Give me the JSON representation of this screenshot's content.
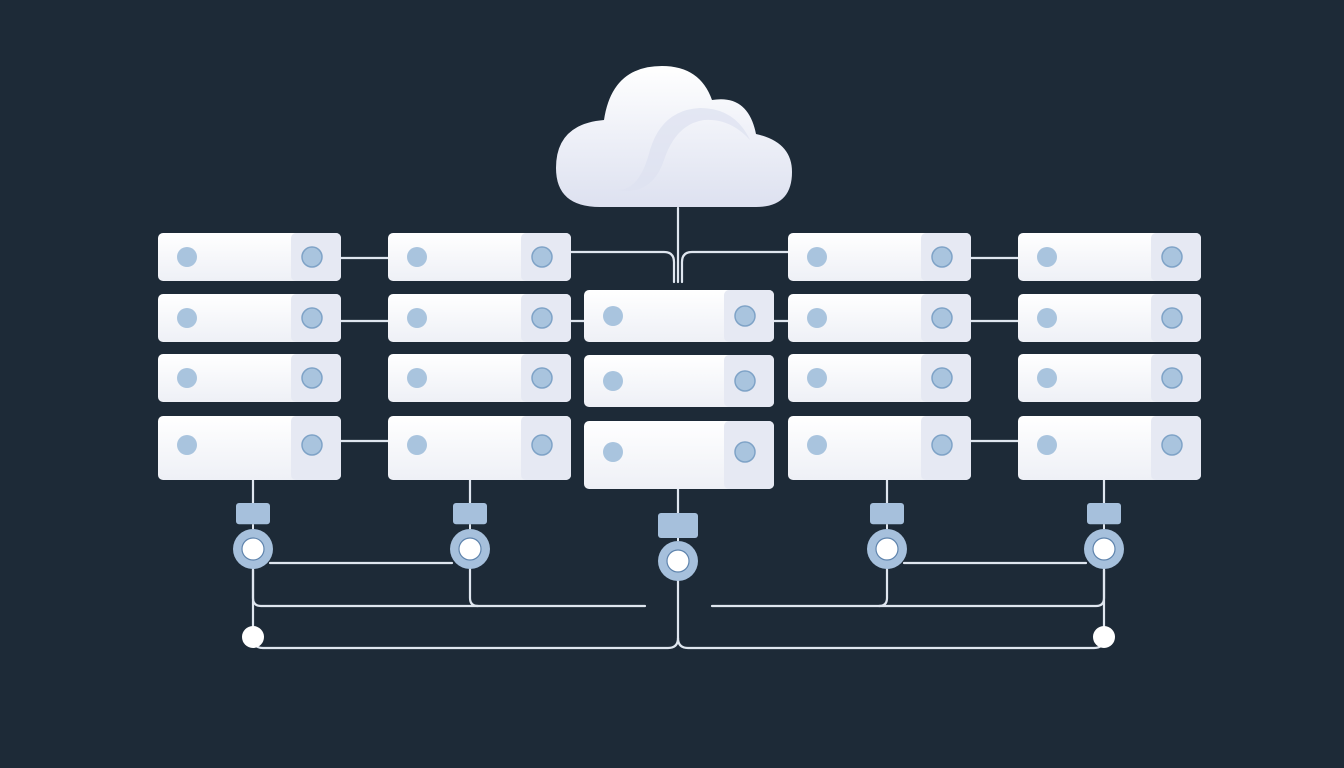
{
  "diagram": {
    "type": "server-cluster-cloud-topology",
    "text_labels": [],
    "nodes": [
      {
        "id": "cloud",
        "kind": "cloud"
      },
      {
        "id": "rack-1",
        "kind": "server-rack",
        "units": 4
      },
      {
        "id": "rack-2",
        "kind": "server-rack",
        "units": 4
      },
      {
        "id": "rack-3",
        "kind": "server-rack",
        "units": 3
      },
      {
        "id": "rack-4",
        "kind": "server-rack",
        "units": 4
      },
      {
        "id": "rack-5",
        "kind": "server-rack",
        "units": 4
      },
      {
        "id": "switch-1",
        "kind": "connector-node"
      },
      {
        "id": "switch-2",
        "kind": "connector-node"
      },
      {
        "id": "switch-3",
        "kind": "connector-node"
      },
      {
        "id": "switch-4",
        "kind": "connector-node"
      },
      {
        "id": "switch-5",
        "kind": "connector-node"
      },
      {
        "id": "bus-end-left",
        "kind": "terminal-node"
      },
      {
        "id": "bus-end-right",
        "kind": "terminal-node"
      }
    ],
    "edges": [
      {
        "from": "cloud",
        "to": "rack-2"
      },
      {
        "from": "cloud",
        "to": "rack-4"
      },
      {
        "from": "cloud",
        "to": "rack-3"
      },
      {
        "from": "rack-1",
        "to": "rack-2"
      },
      {
        "from": "rack-2",
        "to": "rack-3"
      },
      {
        "from": "rack-3",
        "to": "rack-4"
      },
      {
        "from": "rack-4",
        "to": "rack-5"
      },
      {
        "from": "rack-1",
        "to": "switch-1"
      },
      {
        "from": "rack-2",
        "to": "switch-2"
      },
      {
        "from": "rack-3",
        "to": "switch-3"
      },
      {
        "from": "rack-4",
        "to": "switch-4"
      },
      {
        "from": "rack-5",
        "to": "switch-5"
      },
      {
        "from": "switch-1",
        "to": "switch-2"
      },
      {
        "from": "switch-4",
        "to": "switch-5"
      },
      {
        "from": "bus-end-left",
        "to": "switch-3"
      },
      {
        "from": "bus-end-right",
        "to": "switch-3"
      }
    ]
  },
  "colors": {
    "background": "#1d2a37",
    "panel": "#f7f8fb",
    "panel_shade": "#e6e9f3",
    "led": "#a9c4de",
    "led_ring": "#7fa3c7",
    "wire": "#dfe6ef",
    "connector": "#a6c0dc",
    "cloud": "#f4f5fa",
    "cloud_shade": "#dde1f0"
  }
}
